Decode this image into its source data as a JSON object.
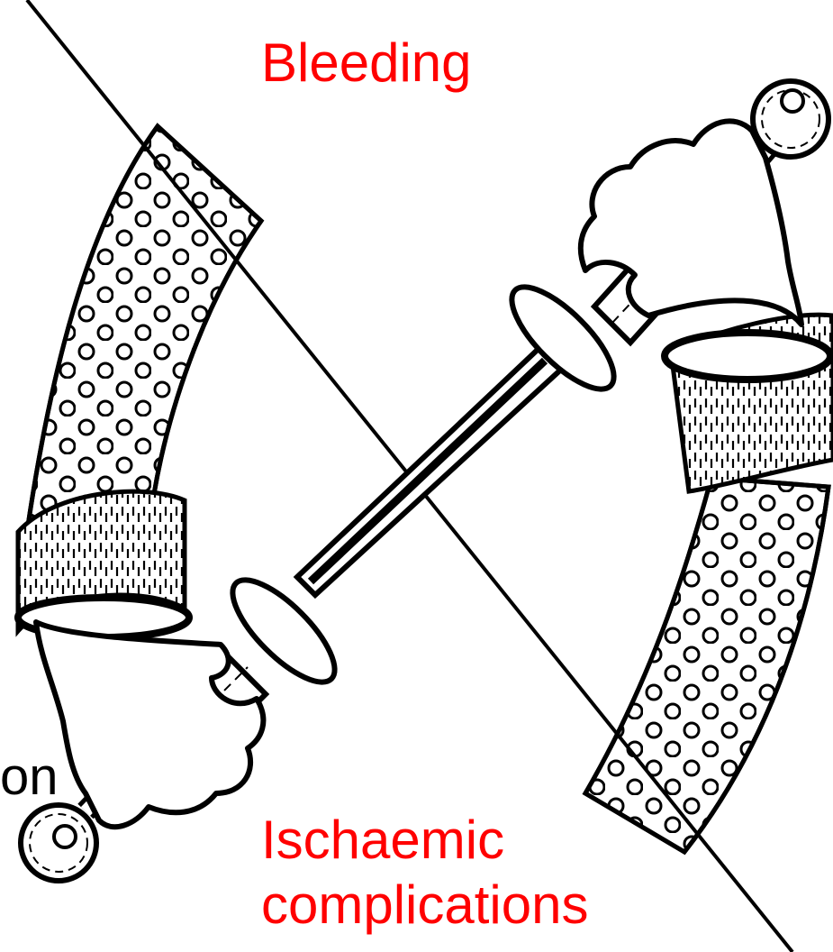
{
  "labels": {
    "top": "Bleeding",
    "bottom_line1": "Ischaemic",
    "bottom_line2": "complications",
    "left_fragment": "on"
  },
  "colors": {
    "risk_label": "#ff0000",
    "ink": "#000000",
    "background": "#ffffff"
  },
  "icons": [
    "sword-icon",
    "left-hand-icon",
    "right-hand-icon",
    "pommel-icon"
  ]
}
